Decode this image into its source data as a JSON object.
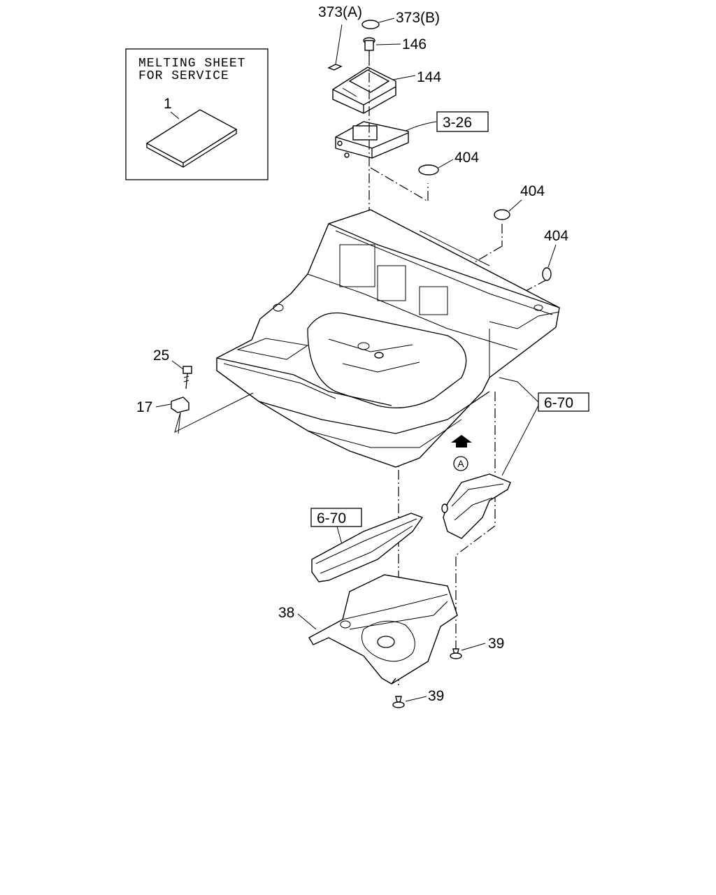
{
  "inset": {
    "title_line1": "MELTING SHEET",
    "title_line2": "FOR SERVICE",
    "part_number": "1"
  },
  "callouts": {
    "c373a": "373(A)",
    "c373b": "373(B)",
    "c146": "146",
    "c144": "144",
    "c326": "3-26",
    "c404a": "404",
    "c404b": "404",
    "c404c": "404",
    "c25": "25",
    "c17": "17",
    "c670a": "6-70",
    "c670b": "6-70",
    "c38": "38",
    "c39a": "39",
    "c39b": "39"
  },
  "view_marker": "A"
}
